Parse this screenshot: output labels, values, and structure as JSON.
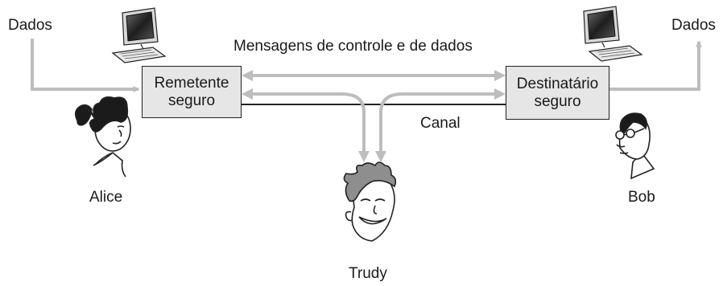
{
  "labels": {
    "data_in": "Dados",
    "data_out": "Dados",
    "messages": "Mensagens de controle e de dados",
    "channel": "Canal"
  },
  "sender": {
    "line1": "Remetente",
    "line2": "seguro"
  },
  "receiver": {
    "line1": "Destinatário",
    "line2": "seguro"
  },
  "people": {
    "alice": "Alice",
    "bob": "Bob",
    "trudy": "Trudy"
  },
  "colors": {
    "arrow": "#bdbdbd",
    "box_fill": "#e6e6e6",
    "line": "#222222",
    "screen": "#2e2e2e"
  }
}
